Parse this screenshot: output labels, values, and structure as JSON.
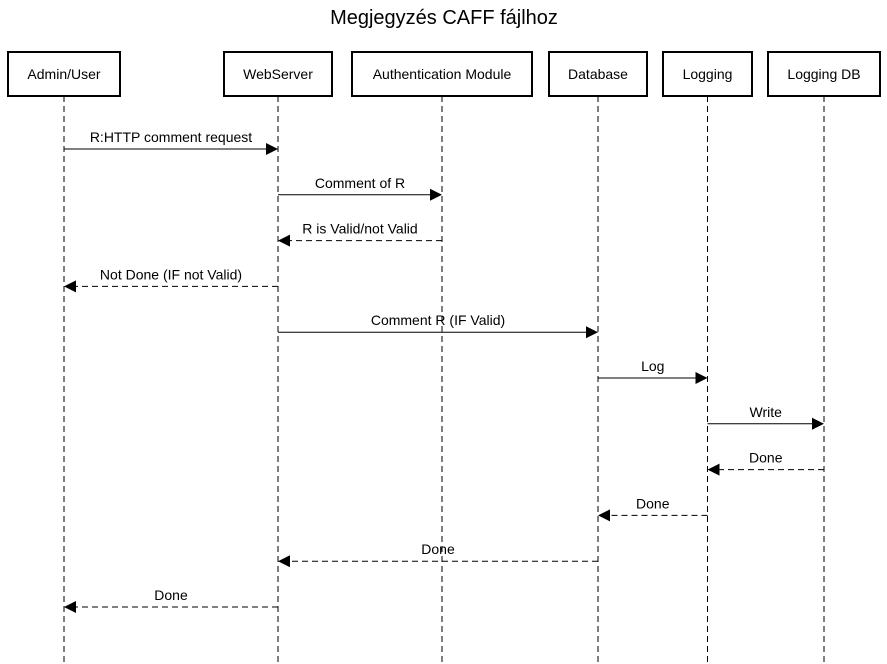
{
  "title": "Megjegyzés CAFF fájlhoz",
  "actors": [
    {
      "id": "admin",
      "label": "Admin/User"
    },
    {
      "id": "web",
      "label": "WebServer"
    },
    {
      "id": "auth",
      "label": "Authentication Module"
    },
    {
      "id": "db",
      "label": "Database"
    },
    {
      "id": "log",
      "label": "Logging"
    },
    {
      "id": "logdb",
      "label": "Logging DB"
    }
  ],
  "messages": [
    {
      "from": "admin",
      "to": "web",
      "label": "R:HTTP comment request",
      "style": "solid"
    },
    {
      "from": "web",
      "to": "auth",
      "label": "Comment of R",
      "style": "solid"
    },
    {
      "from": "auth",
      "to": "web",
      "label": "R is Valid/not Valid",
      "style": "dashed"
    },
    {
      "from": "web",
      "to": "admin",
      "label": "Not Done (IF not Valid)",
      "style": "dashed"
    },
    {
      "from": "web",
      "to": "db",
      "label": "Comment R (IF Valid)",
      "style": "solid"
    },
    {
      "from": "db",
      "to": "log",
      "label": "Log",
      "style": "solid"
    },
    {
      "from": "log",
      "to": "logdb",
      "label": "Write",
      "style": "solid"
    },
    {
      "from": "logdb",
      "to": "log",
      "label": "Done",
      "style": "dashed"
    },
    {
      "from": "log",
      "to": "db",
      "label": "Done",
      "style": "dashed"
    },
    {
      "from": "db",
      "to": "web",
      "label": "Done",
      "style": "dashed"
    },
    {
      "from": "web",
      "to": "admin",
      "label": "Done",
      "style": "dashed"
    }
  ]
}
